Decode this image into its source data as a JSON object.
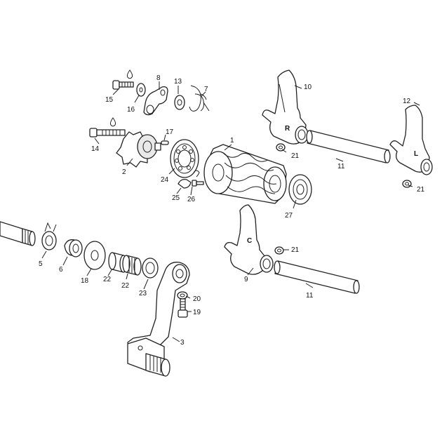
{
  "callouts": {
    "c1": "1",
    "c2": "2",
    "c3": "3",
    "c5": "5",
    "c6": "6",
    "c7": "7",
    "c8": "8",
    "c9": "9",
    "c10": "10",
    "c11a": "11",
    "c11b": "11",
    "c12": "12",
    "c13": "13",
    "c14": "14",
    "c15": "15",
    "c16": "16",
    "c17": "17",
    "c18": "18",
    "c19": "19",
    "c20": "20",
    "c21a": "21",
    "c21b": "21",
    "c21c": "21",
    "c22a": "22",
    "c22b": "22",
    "c23": "23",
    "c24": "24",
    "c25": "25",
    "c26": "26",
    "c27": "27"
  },
  "fork_letters": {
    "r": "R",
    "l": "L",
    "c": "C"
  },
  "colors": {
    "stroke": "#222222",
    "fill": "#ffffff",
    "shade": "#e9e9e9"
  }
}
